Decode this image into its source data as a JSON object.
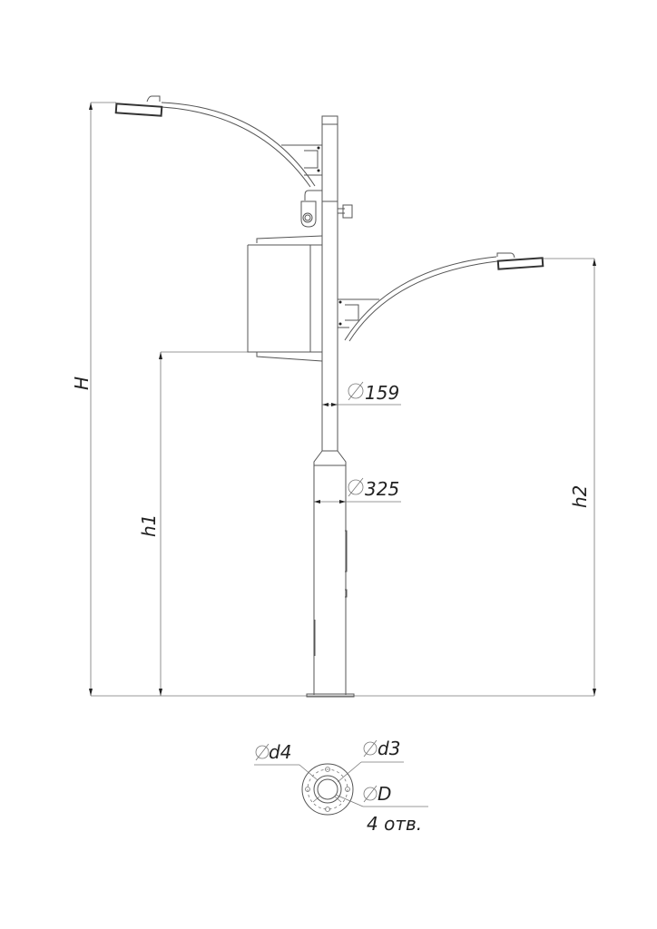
{
  "dimensions": {
    "total_height": "H",
    "lower_height": "h1",
    "right_height": "h2",
    "upper_diameter": "159",
    "lower_diameter": "325"
  },
  "flange": {
    "d4": "d4",
    "d3": "d3",
    "D": "D",
    "holes": "4 отв."
  }
}
